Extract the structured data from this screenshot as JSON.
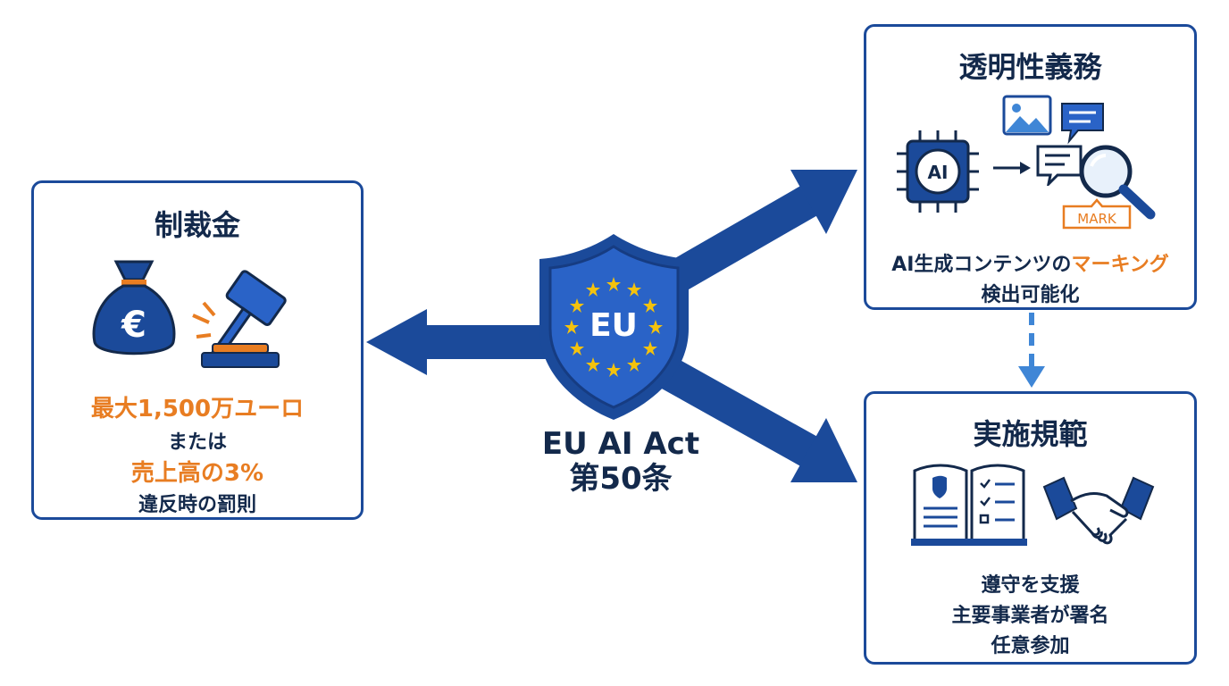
{
  "center": {
    "shield_text": "EU",
    "title_line1": "EU AI Act",
    "title_line2": "第50条"
  },
  "sanctions": {
    "title": "制裁金",
    "line1": "最大1,500万ユーロ",
    "line2": "または",
    "line3": "売上高の3%",
    "line4": "違反時の罰則"
  },
  "transparency": {
    "title": "透明性義務",
    "icon_chip_text": "AI",
    "mark_tag": "MARK",
    "line1_prefix": "AI生成コンテンツの",
    "line1_highlight": "マーキング",
    "line2": "検出可能化"
  },
  "codes": {
    "title": "実施規範",
    "line1": "遵守を支援",
    "line2": "主要事業者が署名",
    "line3": "任意参加"
  },
  "icons": [
    "money-bag-icon",
    "gavel-icon",
    "ai-chip-icon",
    "image-icon",
    "chat-bubble-icon",
    "magnifier-icon",
    "book-icon",
    "handshake-icon",
    "shield-icon"
  ],
  "colors": {
    "navy": "#13294b",
    "blue": "#1b4a9a",
    "light_blue": "#3f86d6",
    "orange": "#e87d22",
    "gold": "#f4c20d"
  }
}
